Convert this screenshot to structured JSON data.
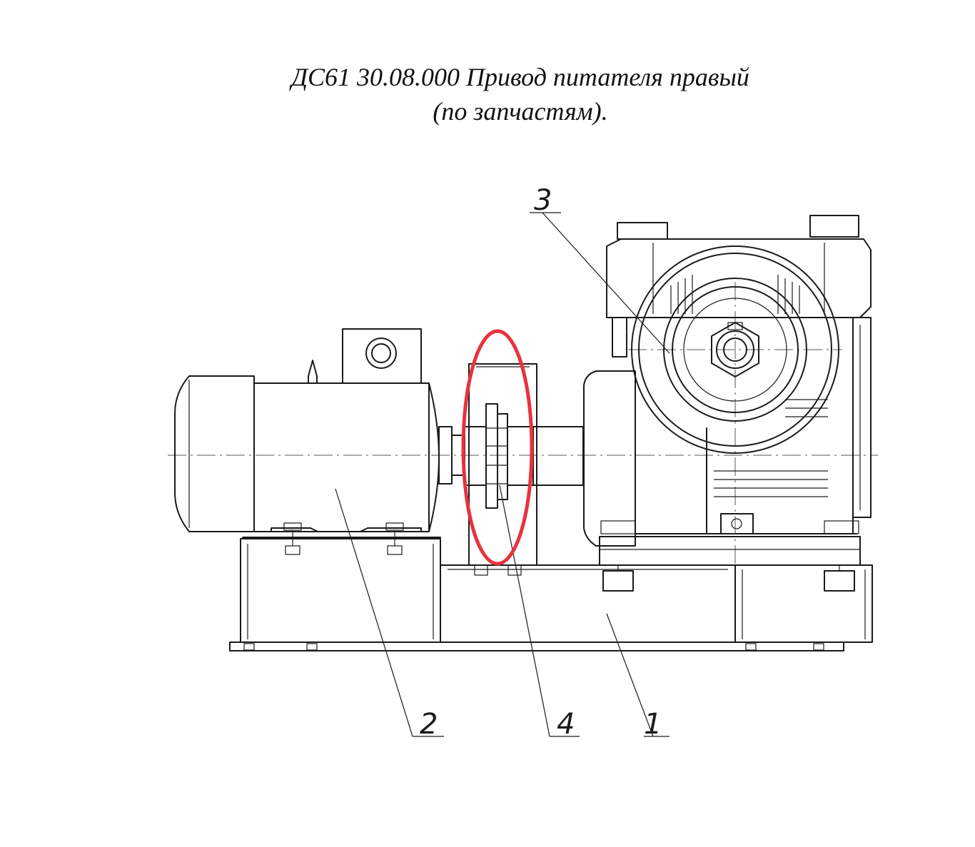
{
  "title": {
    "line1": "ДС61 30.08.000 Привод питателя правый",
    "line2": "(по запчастям)."
  },
  "callouts": [
    {
      "label": "1",
      "part": "frame"
    },
    {
      "label": "2",
      "part": "electric-motor"
    },
    {
      "label": "3",
      "part": "gearbox"
    },
    {
      "label": "4",
      "part": "coupling"
    }
  ],
  "highlight": {
    "target": "coupling",
    "color": "#e8323c",
    "shape": "ellipse"
  },
  "colors": {
    "lines": "#1a1a1a",
    "background": "#ffffff"
  }
}
